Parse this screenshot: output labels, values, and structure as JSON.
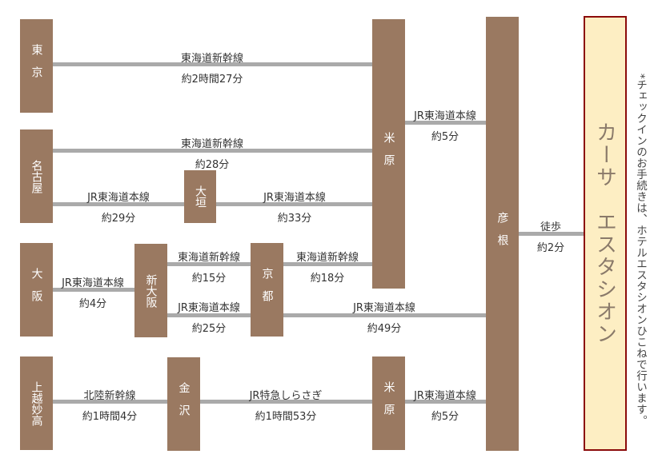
{
  "stations": {
    "tokyo": "東京",
    "nagoya": "名古屋",
    "ogaki": "大垣",
    "maibara_top": "米原",
    "osaka": "大阪",
    "shin_osaka": "新大阪",
    "kyoto": "京都",
    "joetsu_myoko": "上越妙高",
    "kanazawa": "金沢",
    "maibara_bottom": "米原",
    "hikone": "彦根"
  },
  "destination": "カーサ　エスタシオン",
  "note": "*チェックインのお手続きは、ホテルエスタシオンひこねで行います。",
  "routes": {
    "tokyo_maibara": {
      "line": "東海道新幹線",
      "time": "約2時間27分"
    },
    "nagoya_maibara": {
      "line": "東海道新幹線",
      "time": "約28分"
    },
    "nagoya_ogaki": {
      "line": "JR東海道本線",
      "time": "約29分"
    },
    "ogaki_maibara": {
      "line": "JR東海道本線",
      "time": "約33分"
    },
    "maibara_hikone": {
      "line": "JR東海道本線",
      "time": "約5分"
    },
    "hikone_casa": {
      "line": "徒歩",
      "time": "約2分"
    },
    "osaka_shinosaka": {
      "line": "JR東海道本線",
      "time": "約4分"
    },
    "shinosaka_kyoto_shinkansen": {
      "line": "東海道新幹線",
      "time": "約15分"
    },
    "shinosaka_kyoto_jr": {
      "line": "JR東海道本線",
      "time": "約25分"
    },
    "kyoto_maibara": {
      "line": "東海道新幹線",
      "time": "約18分"
    },
    "kyoto_hikone": {
      "line": "JR東海道本線",
      "time": "約49分"
    },
    "joetsu_kanazawa": {
      "line": "北陸新幹線",
      "time": "約1時間4分"
    },
    "kanazawa_maibara": {
      "line": "JR特急しらさぎ",
      "time": "約1時間53分"
    },
    "maibara_hikone_2": {
      "line": "JR東海道本線",
      "time": "約5分"
    }
  }
}
